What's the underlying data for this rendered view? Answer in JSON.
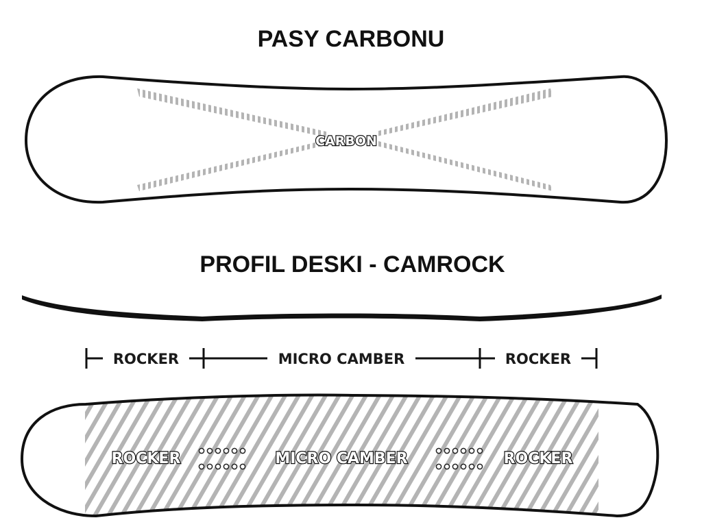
{
  "sections": {
    "carbon": {
      "title": "PASY CARBONU",
      "stripe_label": "CARBON"
    },
    "profile": {
      "title": "PROFIL DESKI - CAMROCK",
      "zones": {
        "left": "ROCKER",
        "center": "MICRO CAMBER",
        "right": "ROCKER"
      },
      "base_labels": {
        "left": "ROCKER",
        "center": "MICRO CAMBER",
        "right": "ROCKER"
      }
    }
  },
  "colors": {
    "outline": "#111111",
    "stripe": "#b4b4b4",
    "background": "#ffffff"
  }
}
